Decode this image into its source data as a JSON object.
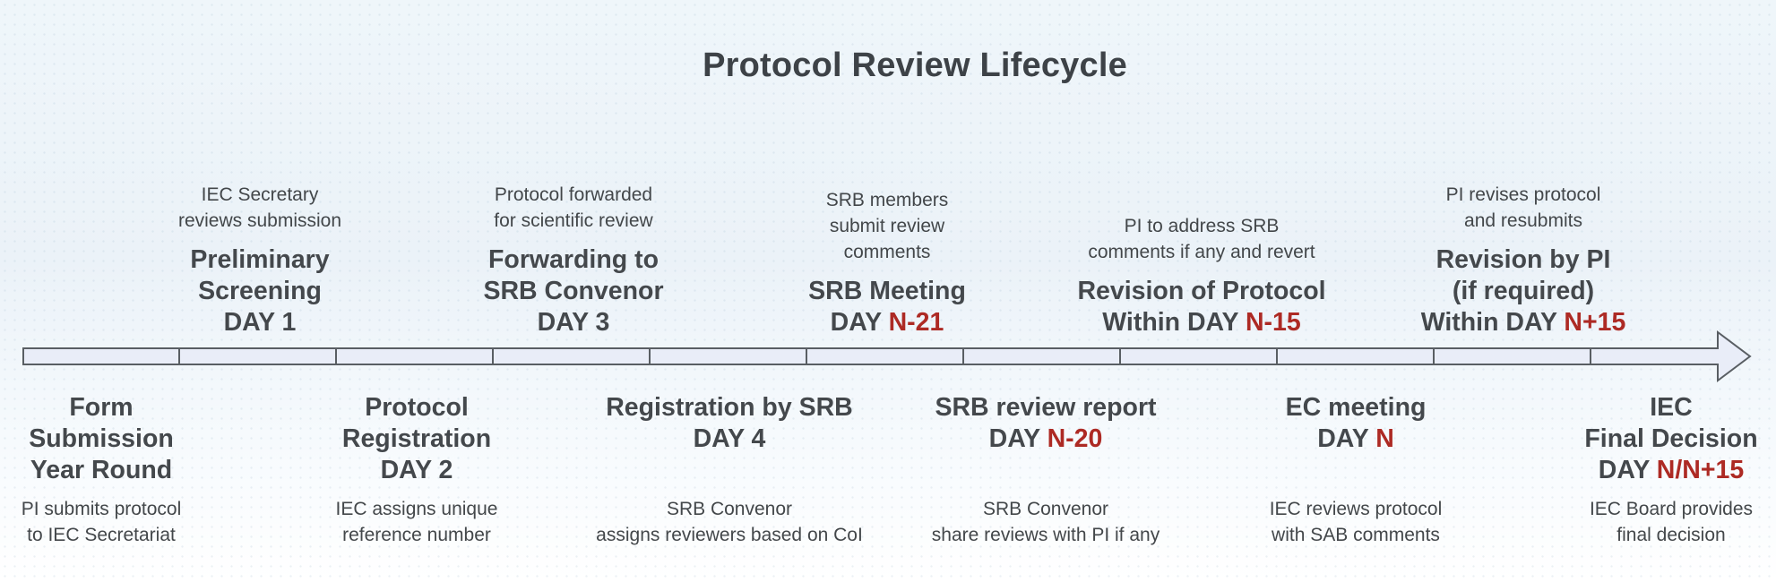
{
  "title": "Protocol Review Lifecycle",
  "colors": {
    "accent_red": "#ad2a24",
    "text_gray": "#46494c",
    "bar_fill": "#e9edf8",
    "bar_border": "#595e63",
    "background": "#eff6fa"
  },
  "timeline": {
    "type": "horizontal-arrow",
    "segments": 11,
    "direction": "left-to-right"
  },
  "top_milestones": [
    {
      "description": "IEC Secretary\nreviews submission",
      "title": "Preliminary\nScreening",
      "day_label": "DAY",
      "day_value": "1",
      "day_color": "#44484c"
    },
    {
      "description": "Protocol forwarded\nfor scientific review",
      "title": "Forwarding to\nSRB Convenor",
      "day_label": "DAY",
      "day_value": "3",
      "day_color": "#44484c"
    },
    {
      "description": "SRB members\nsubmit review\ncomments",
      "title": "SRB Meeting",
      "day_label": "DAY",
      "day_value": "N-21",
      "day_color": "#ad2a24"
    },
    {
      "description": "PI to address SRB\ncomments if any and revert",
      "title": "Revision of Protocol",
      "day_label": "Within DAY",
      "day_value": "N-15",
      "day_color": "#ad2a24"
    },
    {
      "description": "PI revises protocol\nand resubmits",
      "title": "Revision by PI\n(if required)",
      "day_label": "Within DAY",
      "day_value": "N+15",
      "day_color": "#ad2a24"
    }
  ],
  "bottom_milestones": [
    {
      "title": "Form\nSubmission",
      "day_label": "Year Round",
      "day_value": "",
      "day_color": "#44484c",
      "description": "PI submits protocol\nto IEC Secretariat"
    },
    {
      "title": "Protocol\nRegistration",
      "day_label": "DAY",
      "day_value": "2",
      "day_color": "#44484c",
      "description": "IEC assigns unique\nreference number"
    },
    {
      "title": "Registration by SRB",
      "day_label": "DAY",
      "day_value": "4",
      "day_color": "#44484c",
      "description": "SRB Convenor\nassigns reviewers based on CoI"
    },
    {
      "title": "SRB review report",
      "day_label": "DAY",
      "day_value": "N-20",
      "day_color": "#ad2a24",
      "description": "SRB Convenor\nshare reviews with PI if any"
    },
    {
      "title": "EC meeting",
      "day_label": "DAY",
      "day_value": "N",
      "day_color": "#ad2a24",
      "description": "IEC reviews protocol\nwith SAB comments"
    },
    {
      "title": "IEC\nFinal Decision",
      "day_label": "DAY",
      "day_value": "N/N+15",
      "day_color": "#ad2a24",
      "description": "IEC Board provides\nfinal decision"
    }
  ]
}
